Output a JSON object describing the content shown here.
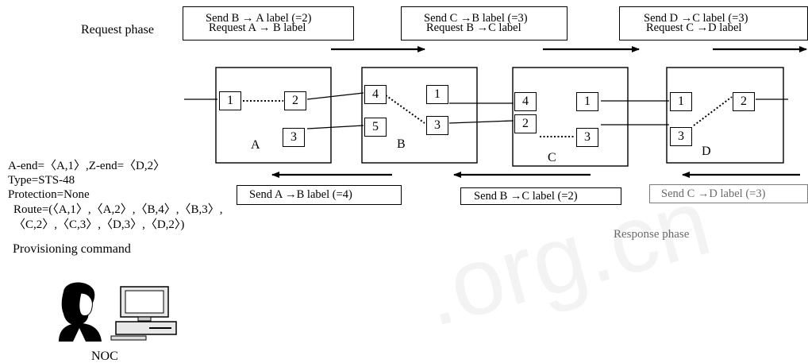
{
  "labels": {
    "request_phase": "Request phase",
    "response_phase": "Response phase",
    "provisioning_command": "Provisioning command",
    "noc": "NOC"
  },
  "command": {
    "line1": "A-end=〈A,1〉,Z-end=〈D,2〉",
    "line2": "Type=STS-48",
    "line3": "Protection=None",
    "line4": "Route=(〈A,1〉,〈A,2〉,〈B,4〉,〈B,3〉,",
    "line5": "〈C,2〉,〈C,3〉,〈D,3〉,〈D,2〉)"
  },
  "nodes": [
    {
      "name": "A",
      "ports": [
        "1",
        "2",
        "3"
      ]
    },
    {
      "name": "B",
      "ports": [
        "4",
        "5",
        "1",
        "3"
      ]
    },
    {
      "name": "C",
      "ports": [
        "4",
        "2",
        "1",
        "3"
      ]
    },
    {
      "name": "D",
      "ports": [
        "1",
        "2",
        "3"
      ]
    }
  ],
  "request_messages": [
    {
      "line1": "Send B  → A label (=2)",
      "line2": "Request A → B label"
    },
    {
      "line1": "Send C  →B  label (=3)",
      "line2": "Request B  →C  label"
    },
    {
      "line1": "Send D  →C  label (=3)",
      "line2": "Request C  →D  label"
    }
  ],
  "response_messages": [
    {
      "text": "Send A  →B label  (=4)"
    },
    {
      "text": "Send B  →C label  (=2)"
    },
    {
      "text": "Send C  →D label (=3)"
    }
  ],
  "watermark": ".org.cn"
}
